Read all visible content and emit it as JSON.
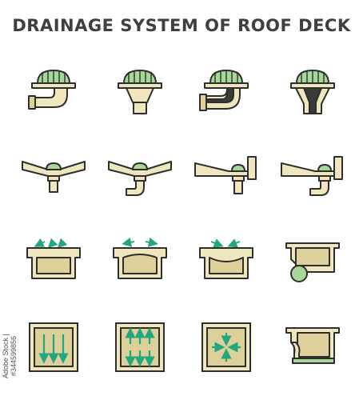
{
  "title": "DRAINAGE SYSTEM OF ROOF DECK",
  "stock_id": "Adobe Stock | #344599856",
  "colors": {
    "outline": "#2e2e2e",
    "fill": "#efe6bd",
    "shade": "#ddd09a",
    "green": "#a8d899",
    "arrow": "#22a77e",
    "dark": "#3a3a3a"
  },
  "rows": [
    {
      "name": "roof-drain-heads",
      "icons": [
        "drain-side-outlet-icon",
        "drain-funnel-outlet-icon",
        "drain-side-outlet-section-icon",
        "drain-funnel-section-icon"
      ]
    },
    {
      "name": "roof-surface-drains",
      "icons": [
        "deck-drain-straight-icon",
        "deck-drain-elbow-icon",
        "parapet-drain-straight-icon",
        "parapet-drain-elbow-icon"
      ]
    },
    {
      "name": "gutter-flow",
      "icons": [
        "gutter-flow-inward-icon",
        "gutter-flow-outward-icon",
        "gutter-flow-mixed-icon",
        "gutter-round-pipe-icon"
      ]
    },
    {
      "name": "plan-views",
      "icons": [
        "plan-flow-down-icon",
        "plan-flow-both-icon",
        "plan-flow-center-icon",
        "gutter-section-icon"
      ]
    }
  ]
}
